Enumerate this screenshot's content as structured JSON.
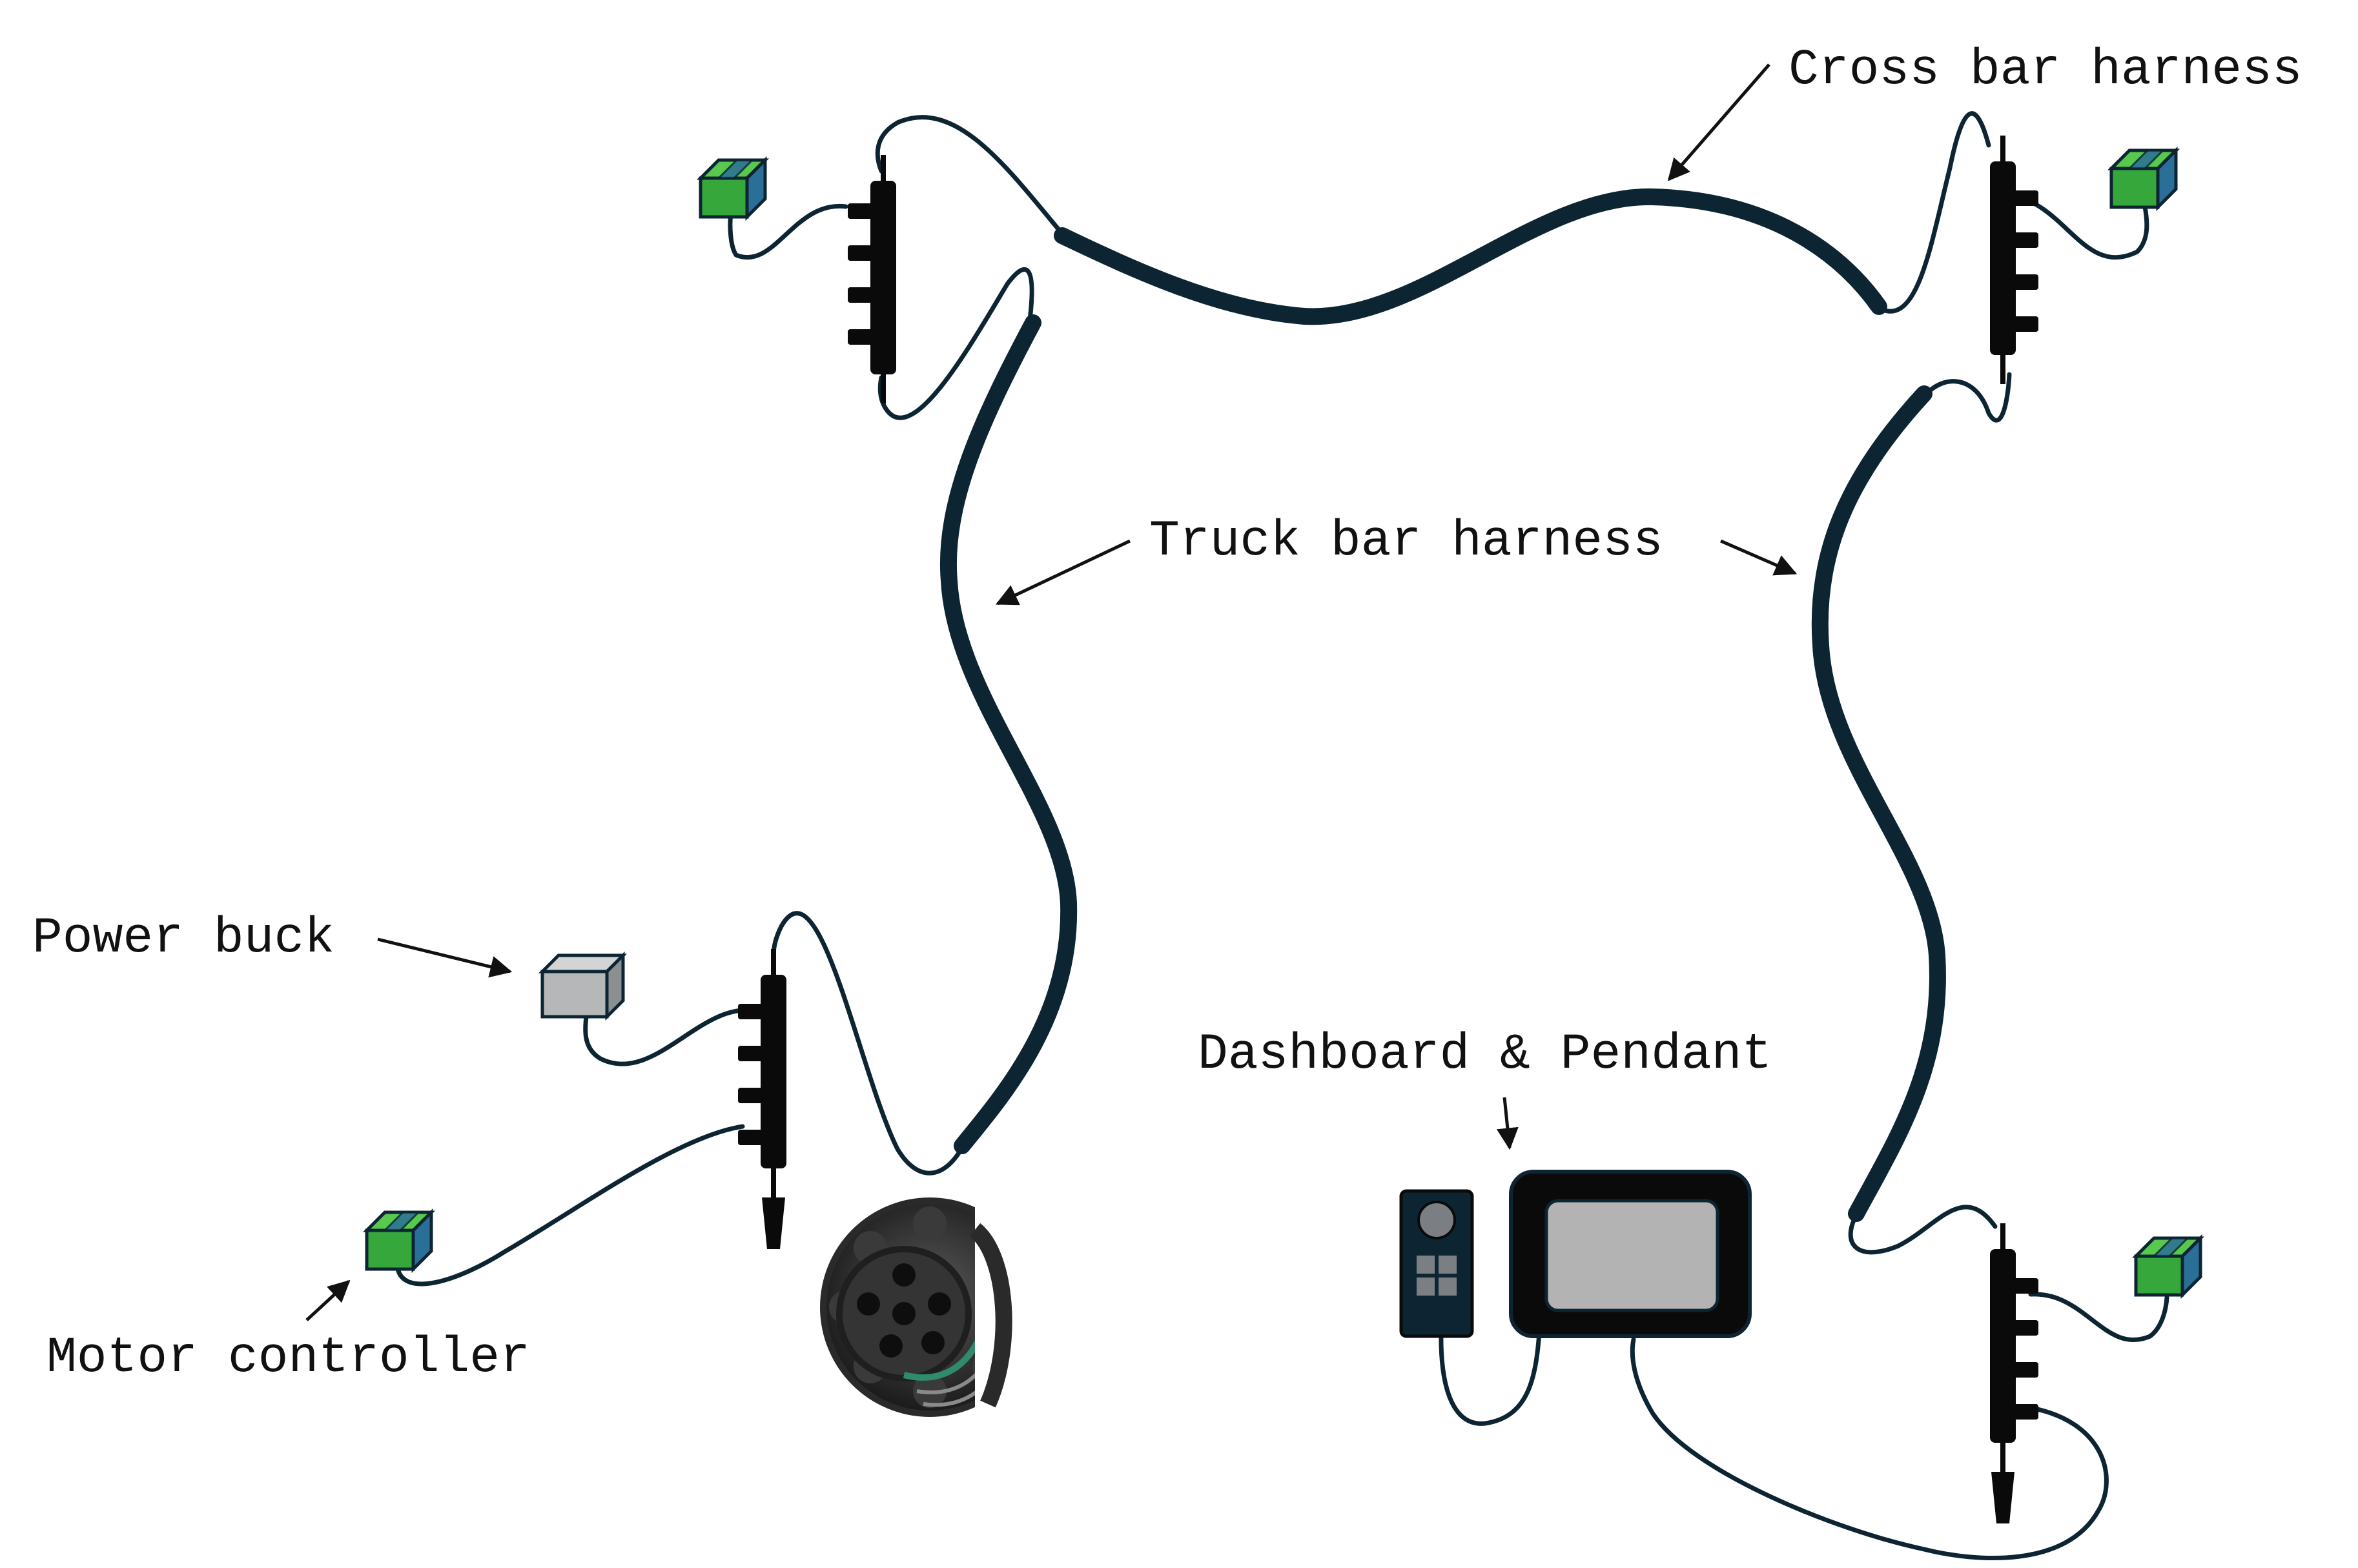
{
  "labels": {
    "cross_bar": "Cross bar harness",
    "truck_bar": "Truck bar harness",
    "power_buck": "Power buck",
    "motor_controller": "Motor controller",
    "dashboard": "Dashboard & Pendant"
  },
  "colors": {
    "cable": "#0d2533",
    "module_green_light": "#4fc24a",
    "module_green_dark": "#2f9b3a",
    "module_blue": "#2a6f98",
    "power_buck_grey": "#b5b7b9",
    "screen_grey": "#b3b3b3",
    "hub_black": "#0a0a0a"
  },
  "icons": {
    "module": "green-blue-box-icon",
    "hub": "multi-port-hub-icon",
    "connector": "round-connector-photo",
    "pendant": "pendant-icon",
    "dashboard": "dashboard-screen-icon",
    "power_buck": "grey-box-icon"
  }
}
